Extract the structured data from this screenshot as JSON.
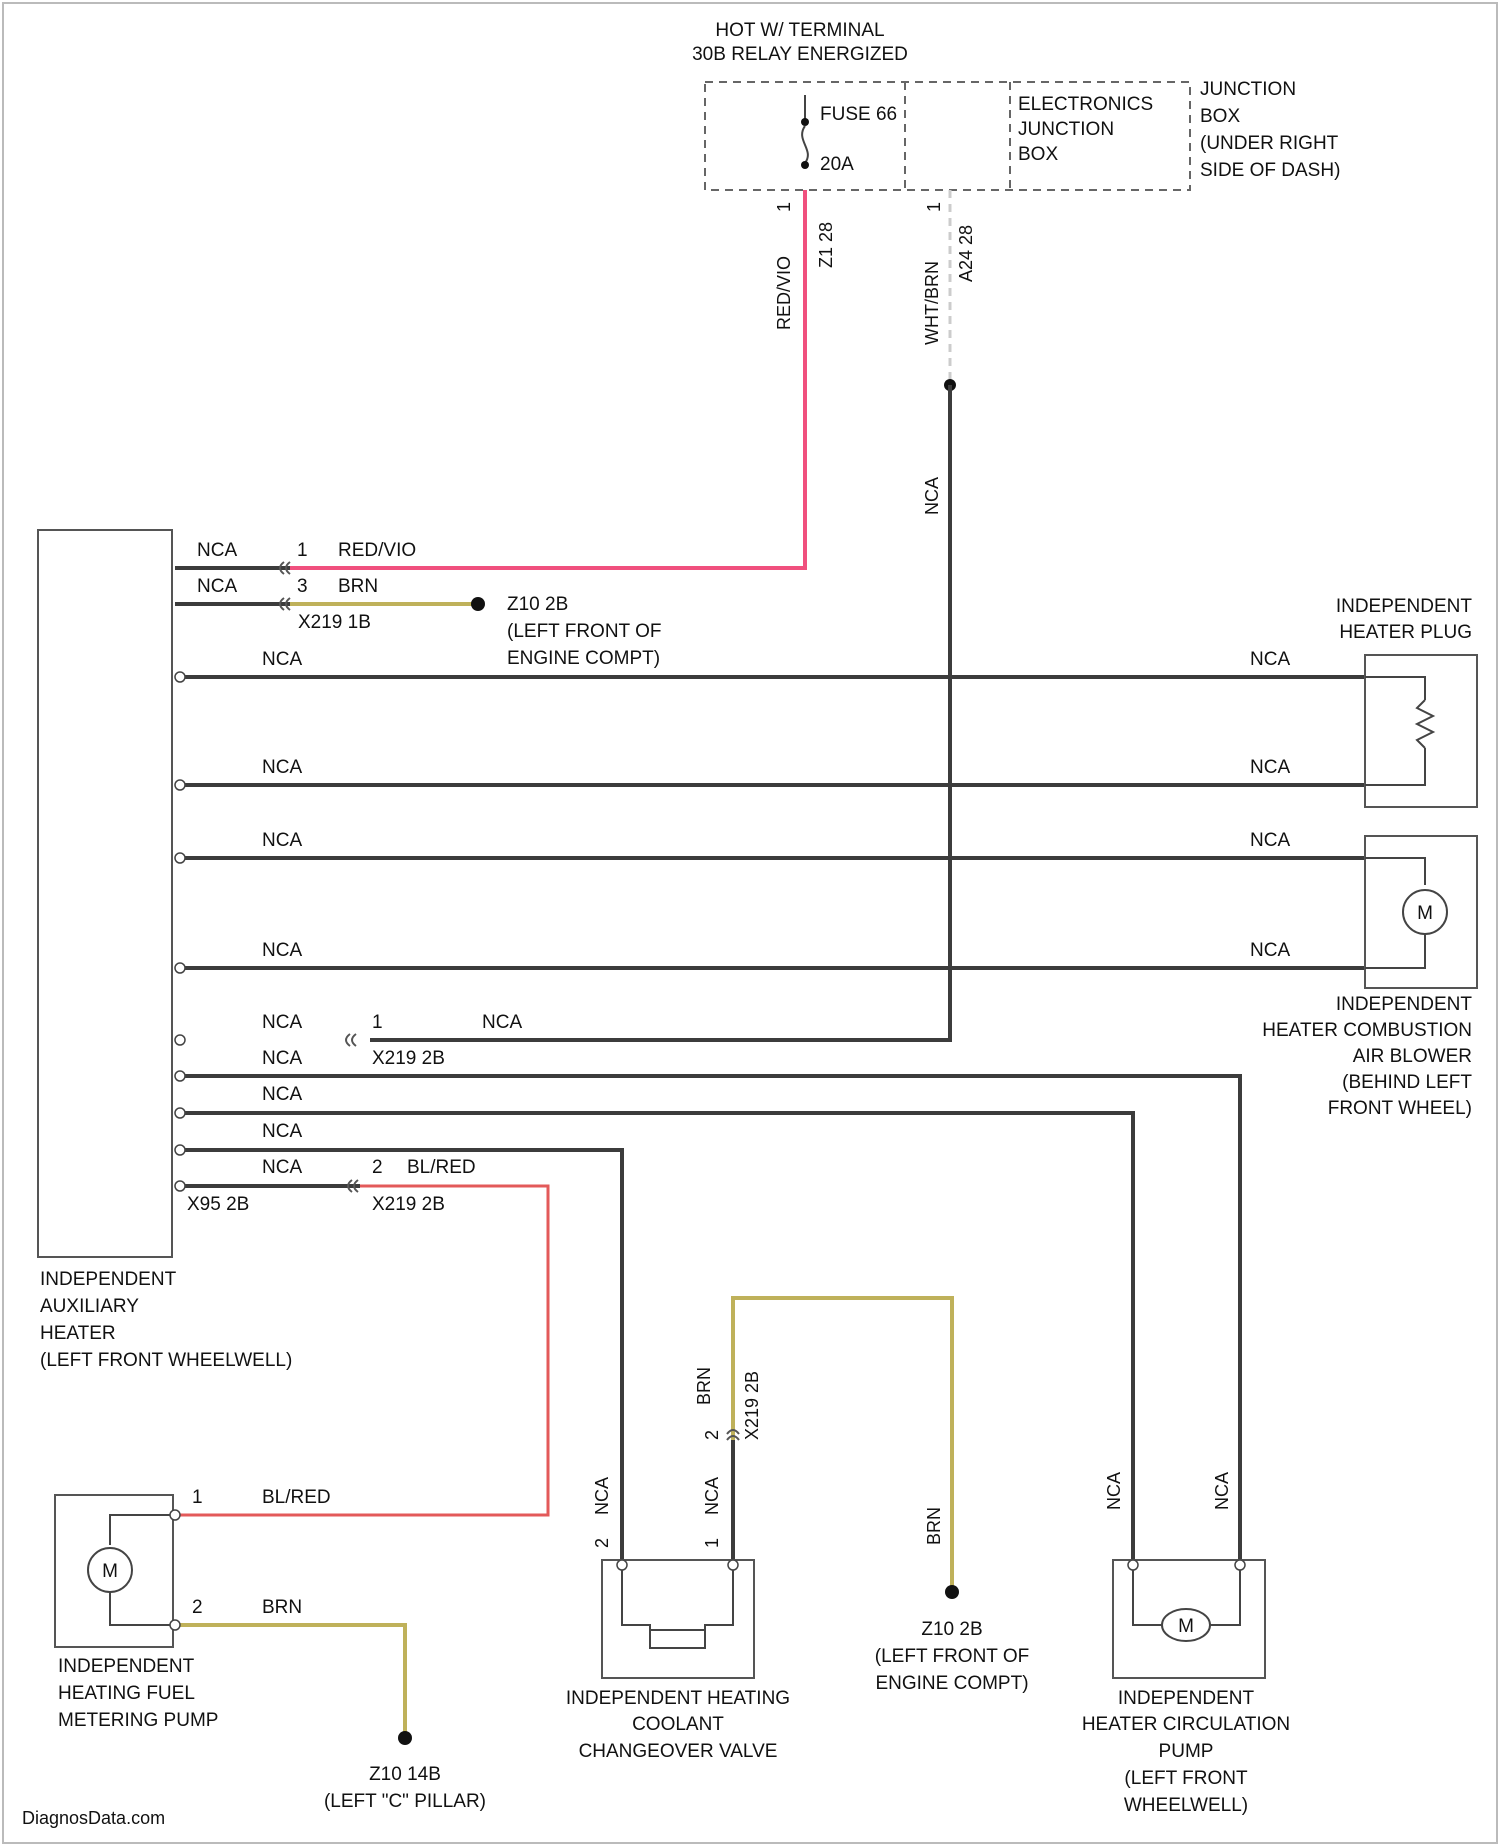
{
  "fuse_block": {
    "hot_line1": "HOT W/ TERMINAL",
    "hot_line2": "30B RELAY ENERGIZED",
    "fuse_name": "FUSE 66",
    "fuse_rating": "20A",
    "ejb_line1": "ELECTRONICS",
    "ejb_line2": "JUNCTION",
    "ejb_line3": "BOX",
    "jb_line1": "JUNCTION",
    "jb_line2": "BOX",
    "jb_line3": "(UNDER RIGHT",
    "jb_line4": "SIDE OF DASH)",
    "pin_left": "1",
    "conn_left": "Z1 28",
    "wire_left": "RED/VIO",
    "pin_right": "1",
    "conn_right": "A24 28",
    "wire_right": "WHT/BRN"
  },
  "labels": {
    "nca": "NCA",
    "red_vio": "RED/VIO",
    "brn": "BRN",
    "bl_red": "BL/RED",
    "pin1": "1",
    "pin2": "2",
    "pin3": "3"
  },
  "connectors": {
    "x219_1b": "X219 1B",
    "x219_2b": "X219 2B",
    "x219_2b_lower": "X219 2B",
    "x219_2b_vert": "X219 2B",
    "x95_2b": "X95 2B"
  },
  "grounds": {
    "g1_name": "Z10 2B",
    "g1_loc1": "(LEFT FRONT OF",
    "g1_loc2": "ENGINE COMPT)",
    "g2_name": "Z10 2B",
    "g2_loc1": "(LEFT FRONT OF",
    "g2_loc2": "ENGINE COMPT)",
    "g3_name": "Z10 14B",
    "g3_loc": "(LEFT \"C\" PILLAR)"
  },
  "components": {
    "aux_heater": [
      "INDEPENDENT",
      "AUXILIARY",
      "HEATER",
      "(LEFT FRONT WHEELWELL)"
    ],
    "heater_plug": [
      "INDEPENDENT",
      "HEATER PLUG"
    ],
    "air_blower": [
      "INDEPENDENT",
      "HEATER COMBUSTION",
      "AIR BLOWER",
      "(BEHIND LEFT",
      "FRONT WHEEL)"
    ],
    "fuel_pump": [
      "INDEPENDENT",
      "HEATING FUEL",
      "METERING PUMP"
    ],
    "coolant_valve": [
      "INDEPENDENT HEATING",
      "COOLANT",
      "CHANGEOVER VALVE"
    ],
    "circ_pump": [
      "INDEPENDENT",
      "HEATER CIRCULATION",
      "PUMP",
      "(LEFT FRONT",
      "WHEELWELL)"
    ],
    "motor_symbol": "M"
  },
  "footer": {
    "watermark": "DiagnosData.com"
  },
  "colors": {
    "red_vio_wire": "#f0507e",
    "bl_red_wire": "#e35a5a",
    "brn_wire": "#bfb15a",
    "nca_wire": "#3c3c3c"
  }
}
